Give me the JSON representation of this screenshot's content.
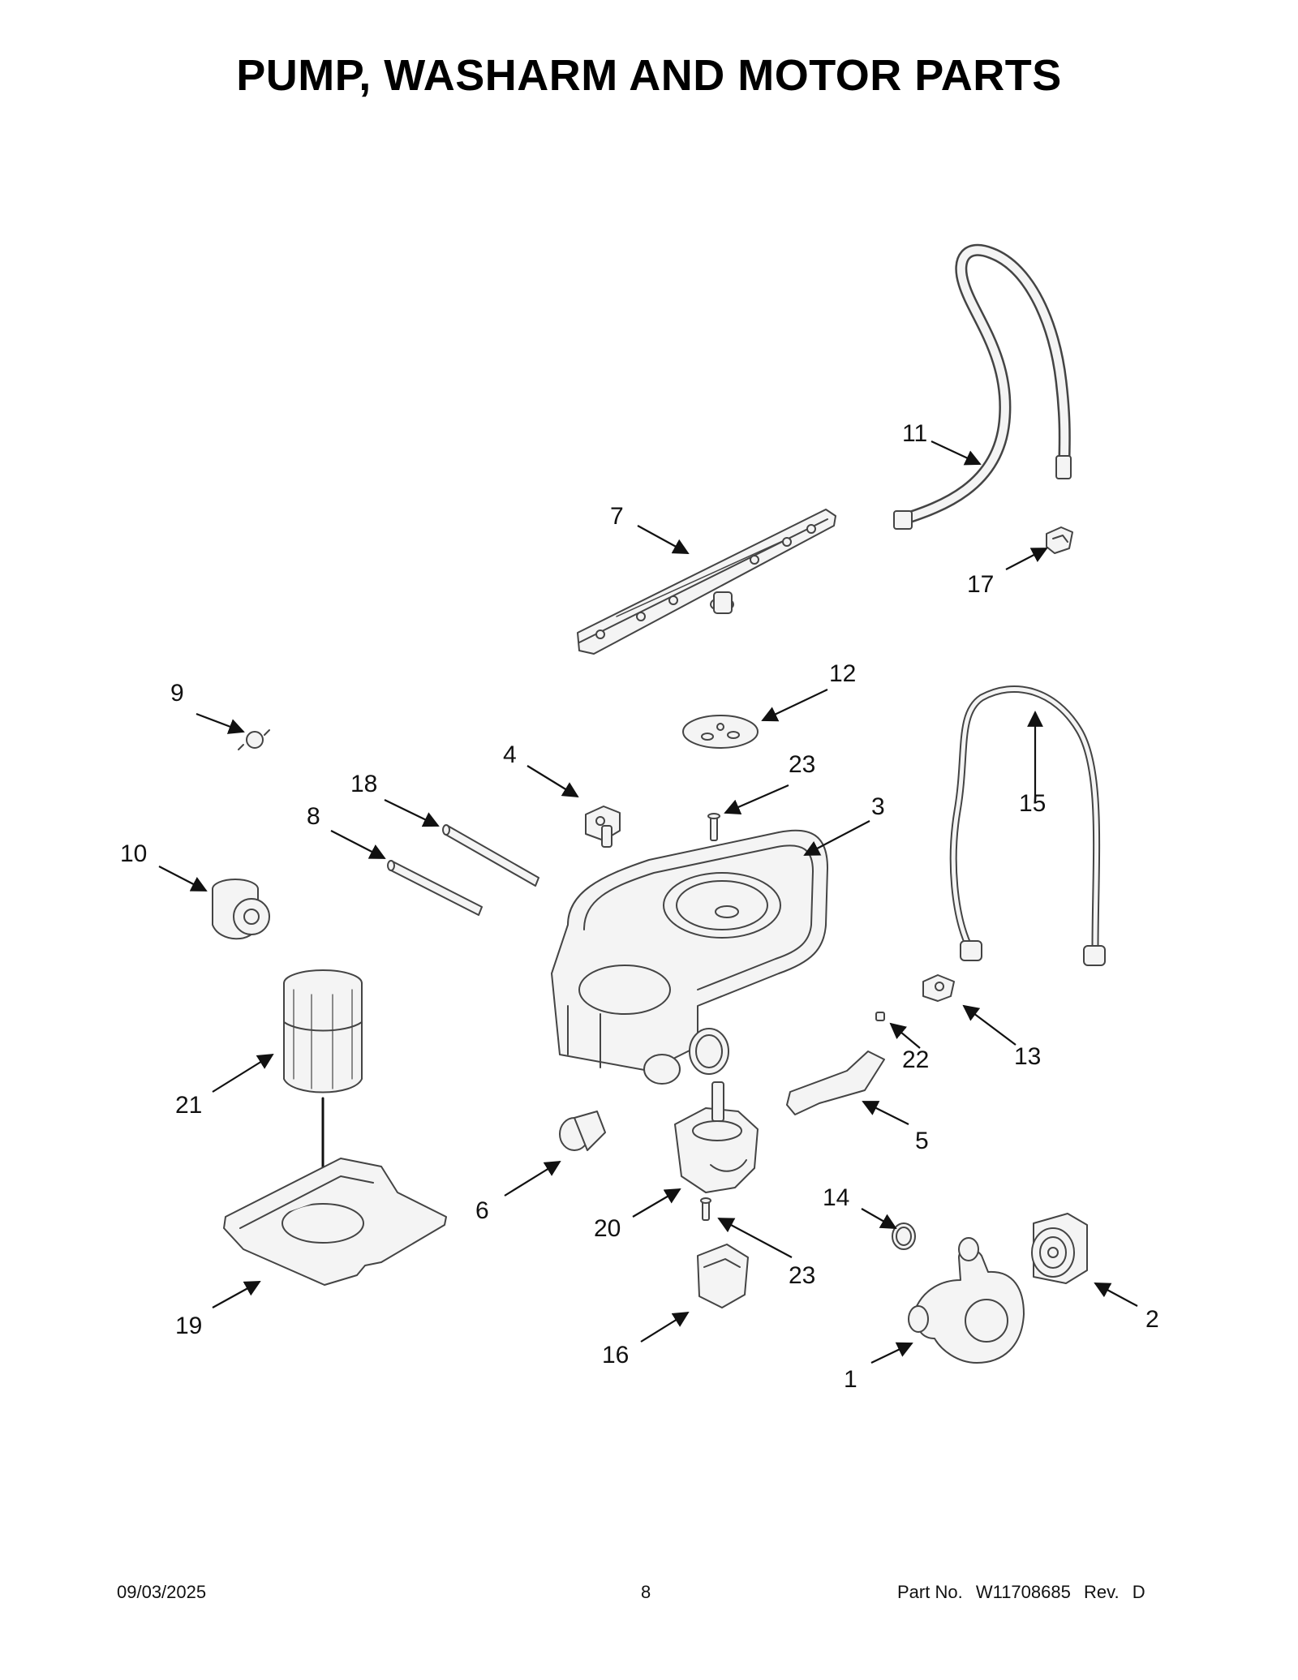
{
  "title": "PUMP, WASHARM AND MOTOR PARTS",
  "callouts": [
    "1",
    "2",
    "3",
    "4",
    "5",
    "6",
    "7",
    "8",
    "9",
    "10",
    "11",
    "12",
    "13",
    "14",
    "15",
    "16",
    "17",
    "18",
    "19",
    "20",
    "21",
    "22",
    "23",
    "23"
  ],
  "footer": {
    "date": "09/03/2025",
    "page": "8",
    "part_label": "Part No.",
    "part_number": "W11708685",
    "rev_label": "Rev.",
    "rev": "D"
  },
  "colors": {
    "ink": "#111111",
    "part_fill": "#f2f2f2",
    "part_stroke": "#444444"
  }
}
